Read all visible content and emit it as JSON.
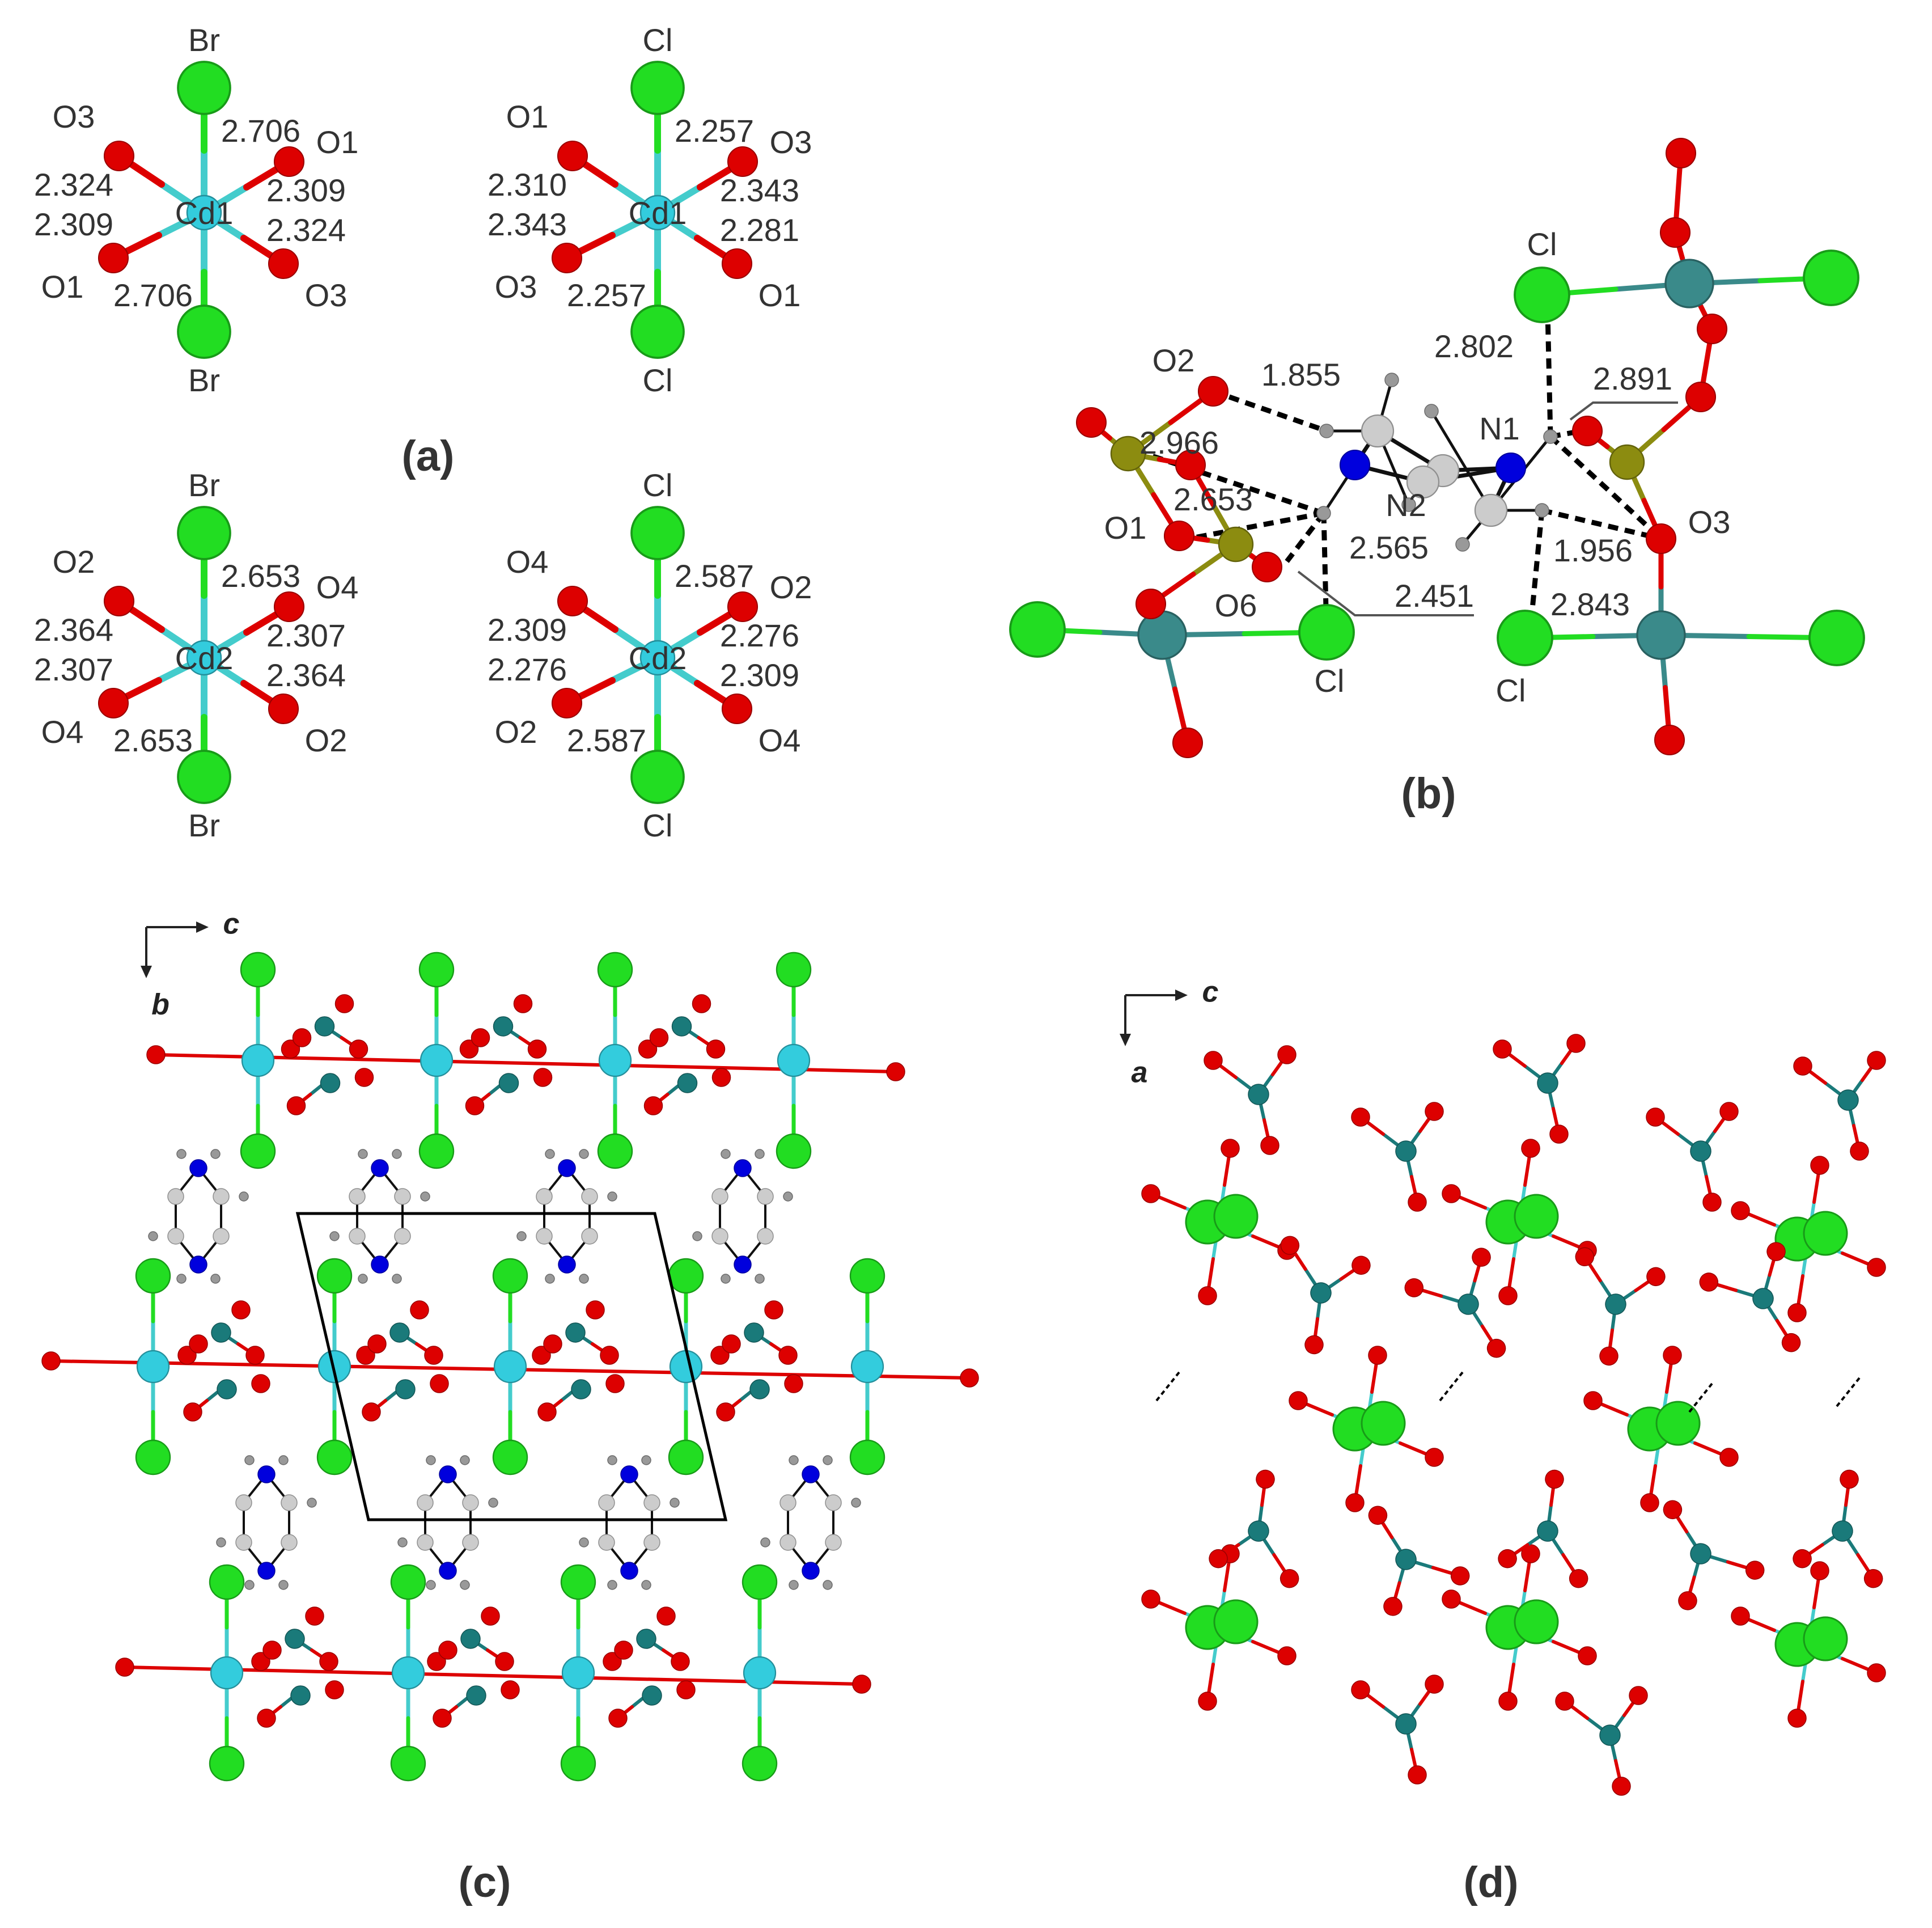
{
  "colors": {
    "Br": "#22dd22",
    "Cl": "#22dd22",
    "O": "#dd0000",
    "Cd": "#33ccdd",
    "Cd_dark": "#3a8a8a",
    "S": "#8c8c10",
    "N": "#0000dd",
    "C": "#cccccc",
    "H": "#999999",
    "C_dark": "#1a7a7a",
    "bond_cd": "#44cccc"
  },
  "panels": {
    "a": {
      "label": "(a)",
      "octahedra": [
        {
          "center_label": "Cd1",
          "top_label": "Br",
          "bottom_label": "Br",
          "ul_label": "O3",
          "ur_label": "O1",
          "ll_label": "O1",
          "lr_label": "O3",
          "d_top": "2.706",
          "d_bottom": "2.706",
          "d_ul": "2.324",
          "d_ll": "2.309",
          "d_ur": "2.309",
          "d_lr": "2.324"
        },
        {
          "center_label": "Cd1",
          "top_label": "Cl",
          "bottom_label": "Cl",
          "ul_label": "O1",
          "ur_label": "O3",
          "ll_label": "O3",
          "lr_label": "O1",
          "d_top": "2.257",
          "d_bottom": "2.257",
          "d_ul": "2.310",
          "d_ll": "2.343",
          "d_ur": "2.343",
          "d_lr": "2.281"
        },
        {
          "center_label": "Cd2",
          "top_label": "Br",
          "bottom_label": "Br",
          "ul_label": "O2",
          "ur_label": "O4",
          "ll_label": "O4",
          "lr_label": "O2",
          "d_top": "2.653",
          "d_bottom": "2.653",
          "d_ul": "2.364",
          "d_ll": "2.307",
          "d_ur": "2.307",
          "d_lr": "2.364"
        },
        {
          "center_label": "Cd2",
          "top_label": "Cl",
          "bottom_label": "Cl",
          "ul_label": "O4",
          "ur_label": "O2",
          "ll_label": "O2",
          "lr_label": "O4",
          "d_top": "2.587",
          "d_bottom": "2.587",
          "d_ul": "2.309",
          "d_ll": "2.276",
          "d_ur": "2.276",
          "d_lr": "2.309"
        }
      ]
    },
    "b": {
      "label": "(b)",
      "atoms": {
        "O2": "O2",
        "O1": "O1",
        "O6": "O6",
        "O3": "O3",
        "N1": "N1",
        "N2": "N2",
        "Cl": "Cl"
      },
      "distances": [
        "1.855",
        "2.966",
        "2.653",
        "2.565",
        "2.451",
        "2.802",
        "2.891",
        "1.956",
        "2.843"
      ]
    },
    "c": {
      "label": "(c)",
      "axis_h": "c",
      "axis_v": "b"
    },
    "d": {
      "label": "(d)",
      "axis_h": "c",
      "axis_v": "a"
    }
  }
}
